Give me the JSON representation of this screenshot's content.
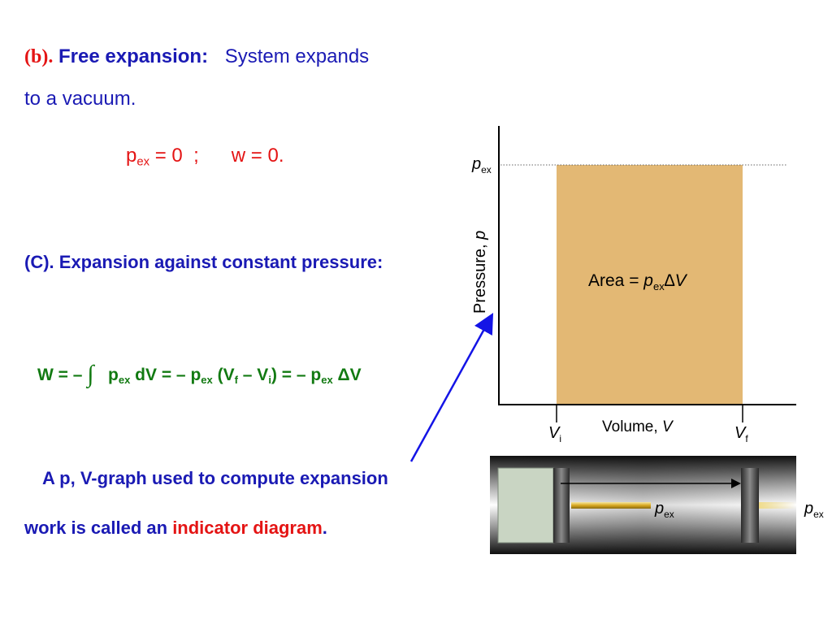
{
  "section_b": {
    "label": "(b).",
    "heading": "Free expansion:",
    "text1": "System expands",
    "text2": "to a vacuum."
  },
  "free_expansion_eq": {
    "p": "p",
    "p_sub": "ex",
    "p_rest": " = 0  ;      ",
    "w": "w = 0."
  },
  "section_c": {
    "heading": "(C). Expansion against constant pressure:"
  },
  "work_eq": {
    "w_lhs": "W = – ",
    "integral": "∫",
    "p1": "   p",
    "s1": "ex",
    "t1": " dV = – p",
    "s2": "ex",
    "t2": " (V",
    "s3": "f",
    "t3": " – V",
    "s4": "i",
    "t4": ") = – p",
    "s5": "ex",
    "t5": " ΔV"
  },
  "caption": {
    "line1": "A p, V-graph used to compute expansion",
    "line2_prefix": "work is called an ",
    "line2_highlight": "indicator diagram",
    "line2_suffix": "."
  },
  "graph": {
    "y_axis_label": "Pressure, ",
    "y_axis_var": "p",
    "pex_label": "p",
    "pex_sub": "ex",
    "area_text": "Area = ",
    "area_p": "p",
    "area_sub": "ex",
    "area_dv": "∆V",
    "x_axis_label": "Volume, ",
    "x_axis_var": "V",
    "vi": "V",
    "vi_sub": "i",
    "vf": "V",
    "vf_sub": "f",
    "colors": {
      "area_fill": "#e3b874",
      "axis": "#000000"
    }
  },
  "piston": {
    "p1": "p",
    "p1_sub": "ex",
    "p2": "p",
    "p2_sub": "ex"
  },
  "colors": {
    "blue": "#1a1ab4",
    "red": "#e41414",
    "green": "#127a12",
    "arrow": "#1414e6"
  }
}
